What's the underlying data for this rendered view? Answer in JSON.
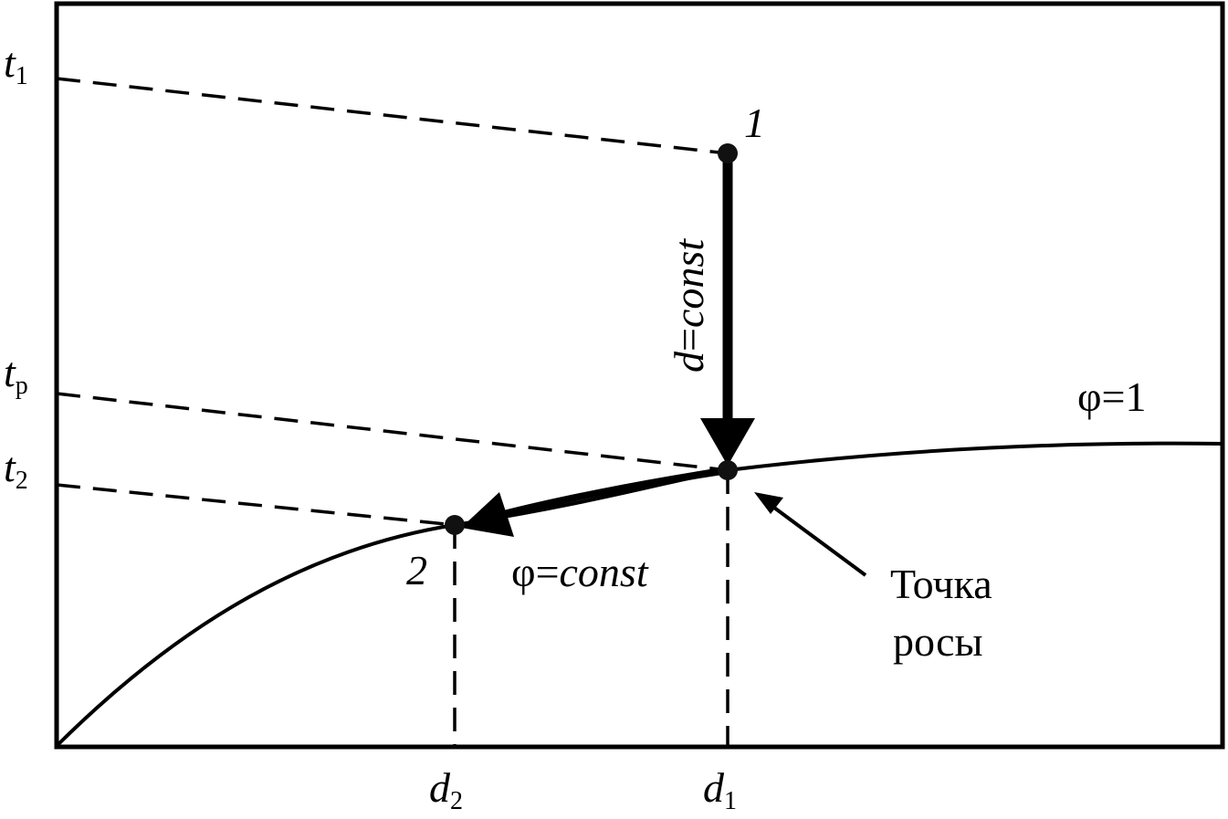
{
  "diagram": {
    "y_axis_labels": {
      "t1": {
        "main": "t",
        "sub": "1"
      },
      "tp": {
        "main": "t",
        "sub": "р"
      },
      "t2": {
        "main": "t",
        "sub": "2"
      }
    },
    "x_axis_labels": {
      "d2": {
        "main": "d",
        "sub": "2"
      },
      "d1": {
        "main": "d",
        "sub": "1"
      }
    },
    "points": {
      "point1": "1",
      "point2": "2"
    },
    "process_labels": {
      "vertical": {
        "var": "d",
        "eq": "=",
        "word": "const"
      },
      "curve": {
        "var": "φ",
        "eq": "=",
        "word": "const"
      },
      "saturation": "φ=1"
    },
    "annotation": {
      "line1": "Точка",
      "line2": "росы"
    }
  }
}
